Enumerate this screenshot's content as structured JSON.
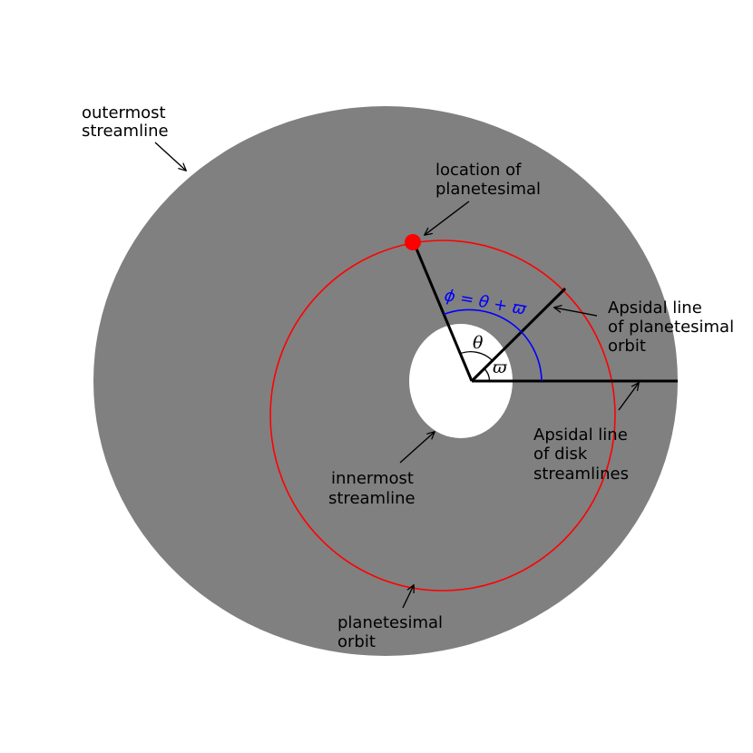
{
  "labels": {
    "outermost_1": "outermost",
    "outermost_2": "streamline",
    "location_1": "location of",
    "location_2": "planetesimal",
    "apsidal_planet_1": "Apsidal line",
    "apsidal_planet_2": "of planetesimal",
    "apsidal_planet_3": "orbit",
    "apsidal_disk_1": "Apsidal line",
    "apsidal_disk_2": "of disk",
    "apsidal_disk_3": "streamlines",
    "innermost_1": "innermost",
    "innermost_2": "streamline",
    "orbit_1": "planetesimal",
    "orbit_2": "orbit",
    "theta": "θ",
    "varpi": "ϖ",
    "phi_eq": "ϕ = θ + ϖ"
  },
  "colors": {
    "disk": "#808080",
    "hole": "#ffffff",
    "orbit": "#ff0000",
    "planetesimal": "#ff0000",
    "phi_arc": "#0000ff",
    "lines": "#000000"
  }
}
